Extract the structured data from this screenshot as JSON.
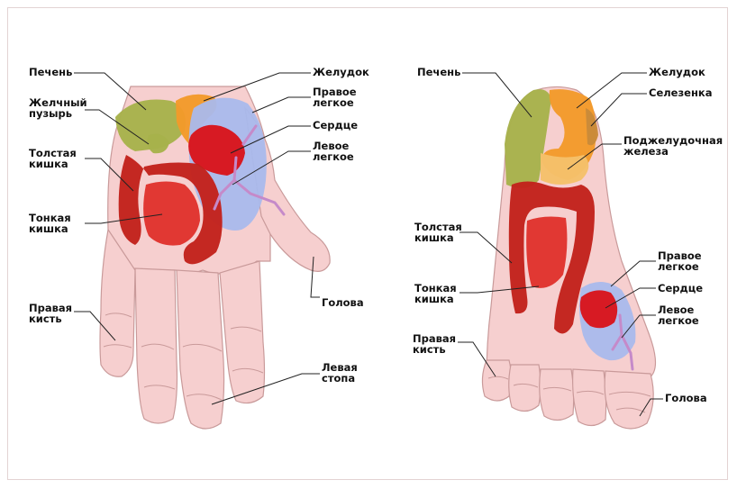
{
  "colors": {
    "skin": "#f6cfcf",
    "skin_outline": "#c99a9a",
    "liver": "#a7b24b",
    "stomach": "#f39a2a",
    "lung": "#a9b9ec",
    "heart": "#d8151c",
    "intestine": "#c2221c",
    "small_intestine": "#e0332d",
    "spleen": "#c98a3a",
    "pancreas": "#f5c06a"
  },
  "hand": {
    "labels": {
      "liver": "Печень",
      "gallbladder": [
        "Желчный",
        "пузырь"
      ],
      "colon": [
        "Толстая",
        "кишка"
      ],
      "small_int": [
        "Тонкая",
        "кишка"
      ],
      "right_hand": [
        "Правая",
        "кисть"
      ],
      "stomach": "Желудок",
      "right_lung": [
        "Правое",
        "легкое"
      ],
      "heart": "Сердце",
      "left_lung": [
        "Левое",
        "легкое"
      ],
      "head": "Голова",
      "left_foot": [
        "Левая",
        "стопа"
      ]
    }
  },
  "foot": {
    "labels": {
      "liver": "Печень",
      "colon": [
        "Толстая",
        "кишка"
      ],
      "small_int": [
        "Тонкая",
        "кишка"
      ],
      "right_hand": [
        "Правая",
        "кисть"
      ],
      "stomach": "Желудок",
      "spleen": "Селезенка",
      "pancreas": [
        "Поджелудочная",
        "железа"
      ],
      "right_lung": [
        "Правое",
        "легкое"
      ],
      "heart": "Сердце",
      "left_lung": [
        "Левое",
        "легкое"
      ],
      "head": "Голова"
    }
  }
}
